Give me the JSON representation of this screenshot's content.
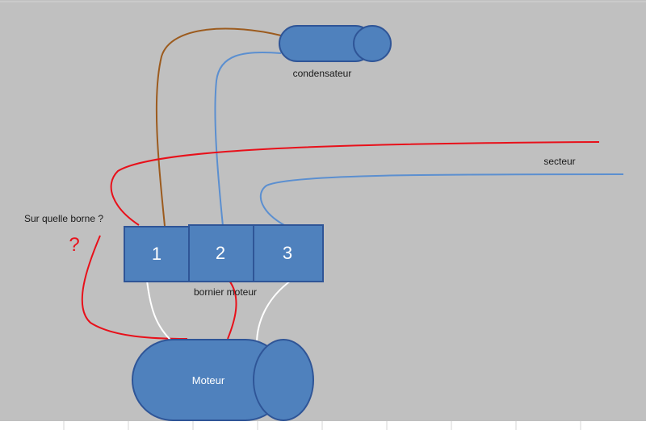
{
  "labels": {
    "condensateur": "condensateur",
    "secteur": "secteur",
    "question": "Sur quelle borne ?",
    "question_mark": "?",
    "bornier": "bornier moteur",
    "moteur": "Moteur"
  },
  "terminals": [
    {
      "label": "1"
    },
    {
      "label": "2"
    },
    {
      "label": "3"
    }
  ],
  "colors": {
    "background": "#c0c0c0",
    "shape_fill": "#4f81bd",
    "shape_stroke": "#2f5597",
    "wire_brown": "#9c5b1e",
    "wire_blue": "#5b8fd0",
    "wire_red": "#e8101a",
    "wire_white": "#ffffff",
    "grid": "#d4d4d4"
  }
}
